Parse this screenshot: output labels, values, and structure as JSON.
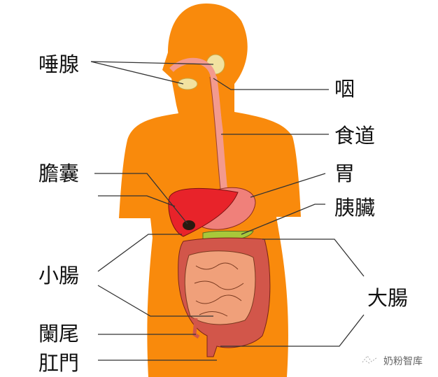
{
  "labels": {
    "salivary_glands": "唾腺",
    "pharynx": "咽",
    "esophagus": "食道",
    "gallbladder": "膽囊",
    "stomach": "胃",
    "pancreas": "胰臟",
    "small_intestine": "小腸",
    "large_intestine": "大腸",
    "appendix": "闌尾",
    "anus": "肛門"
  },
  "watermark": "奶粉智库",
  "colors": {
    "body": "#f98a0c",
    "liver": "#e8232a",
    "stomach": "#f0807a",
    "pancreas": "#a8c83a",
    "small_intestine": "#f0a07a",
    "large_intestine": "#d2564a",
    "esophagus": "#f39a8e"
  }
}
